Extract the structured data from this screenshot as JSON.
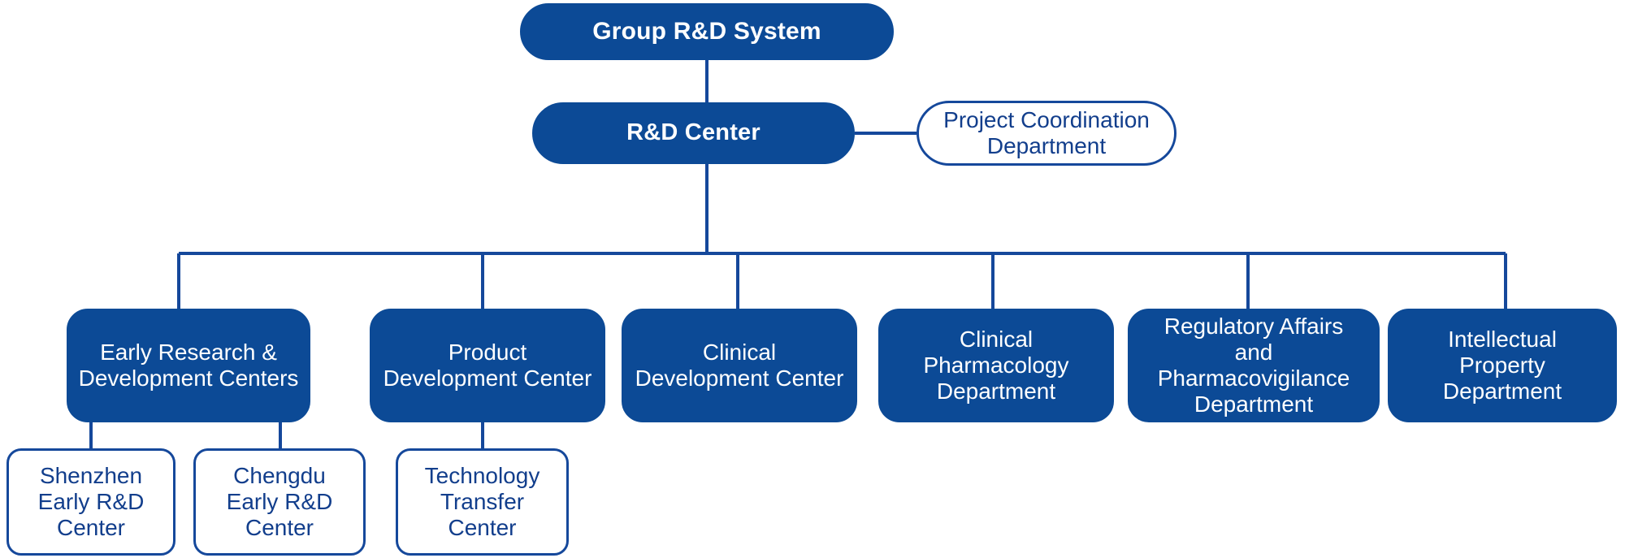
{
  "diagram": {
    "type": "organizational-chart",
    "title": "Group R&D System",
    "orientation": "top-down",
    "colors": {
      "node_fill": "#0C4A96",
      "node_border": "#15489B",
      "node_text_on_fill": "#FFFFFF",
      "node_text_on_white": "#123E8C",
      "connector": "#15489B",
      "background": "#FFFFFF"
    }
  },
  "nodes": {
    "root": {
      "label": "Group R&D System",
      "style": "filled",
      "shape": "pill",
      "level": 0
    },
    "center": {
      "label": "R&D Center",
      "style": "filled",
      "shape": "pill",
      "level": 1
    },
    "staff": {
      "label": "Project Coordination\nDepartment",
      "style": "outlined",
      "shape": "pill",
      "level": 1,
      "relation": "staff-attached-right"
    },
    "divisions": [
      {
        "id": "early-rd-centers",
        "label": "Early Research &\nDevelopment Centers",
        "style": "filled",
        "shape": "round",
        "level": 2
      },
      {
        "id": "product-development-center",
        "label": "Product\nDevelopment Center",
        "style": "filled",
        "shape": "round",
        "level": 2
      },
      {
        "id": "clinical-development-center",
        "label": "Clinical\nDevelopment Center",
        "style": "filled",
        "shape": "round",
        "level": 2
      },
      {
        "id": "clinical-pharmacology-department",
        "label": "Clinical Pharmacology\nDepartment",
        "style": "filled",
        "shape": "round",
        "level": 2
      },
      {
        "id": "regulatory-affairs-department",
        "label": "Regulatory Affairs\nand Pharmacovigilance\nDepartment",
        "style": "filled",
        "shape": "round",
        "level": 2
      },
      {
        "id": "intellectual-property-department",
        "label": "Intellectual\nProperty\nDepartment",
        "style": "filled",
        "shape": "round",
        "level": 2
      }
    ],
    "leaves": [
      {
        "id": "shenzhen-early-rd-center",
        "label": "Shenzhen\nEarly R&D\nCenter",
        "style": "outlined",
        "shape": "soft",
        "level": 3,
        "parent": "early-rd-centers"
      },
      {
        "id": "chengdu-early-rd-center",
        "label": "Chengdu\nEarly R&D\nCenter",
        "style": "outlined",
        "shape": "soft",
        "level": 3,
        "parent": "early-rd-centers"
      },
      {
        "id": "technology-transfer-center",
        "label": "Technology\nTransfer\nCenter",
        "style": "outlined",
        "shape": "soft",
        "level": 3,
        "parent": "product-development-center"
      }
    ]
  }
}
